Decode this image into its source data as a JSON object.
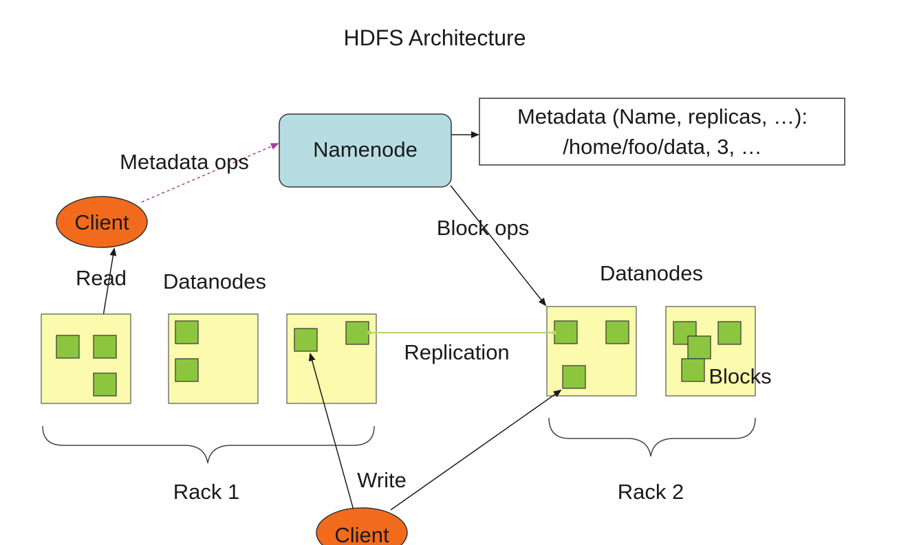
{
  "title": "HDFS Architecture",
  "namenode": {
    "label": "Namenode"
  },
  "metadata_box": {
    "line1": "Metadata (Name, replicas, …):",
    "line2": "/home/foo/data, 3, …"
  },
  "clients": {
    "top": "Client",
    "bottom": "Client"
  },
  "edges": {
    "metadata_ops": "Metadata ops",
    "block_ops": "Block ops",
    "read": "Read",
    "write": "Write",
    "replication": "Replication"
  },
  "datanodes": {
    "left_label": "Datanodes",
    "right_label": "Datanodes",
    "blocks_label": "Blocks"
  },
  "racks": {
    "rack1": "Rack 1",
    "rack2": "Rack 2"
  },
  "colors": {
    "namenode_fill": "#b7dde3",
    "client_fill": "#f26b1d",
    "datanode_fill": "#fbfaad",
    "block_fill": "#8cc63f",
    "metadata_arrow": "#a0409a",
    "replication_line": "#b4d36a"
  }
}
